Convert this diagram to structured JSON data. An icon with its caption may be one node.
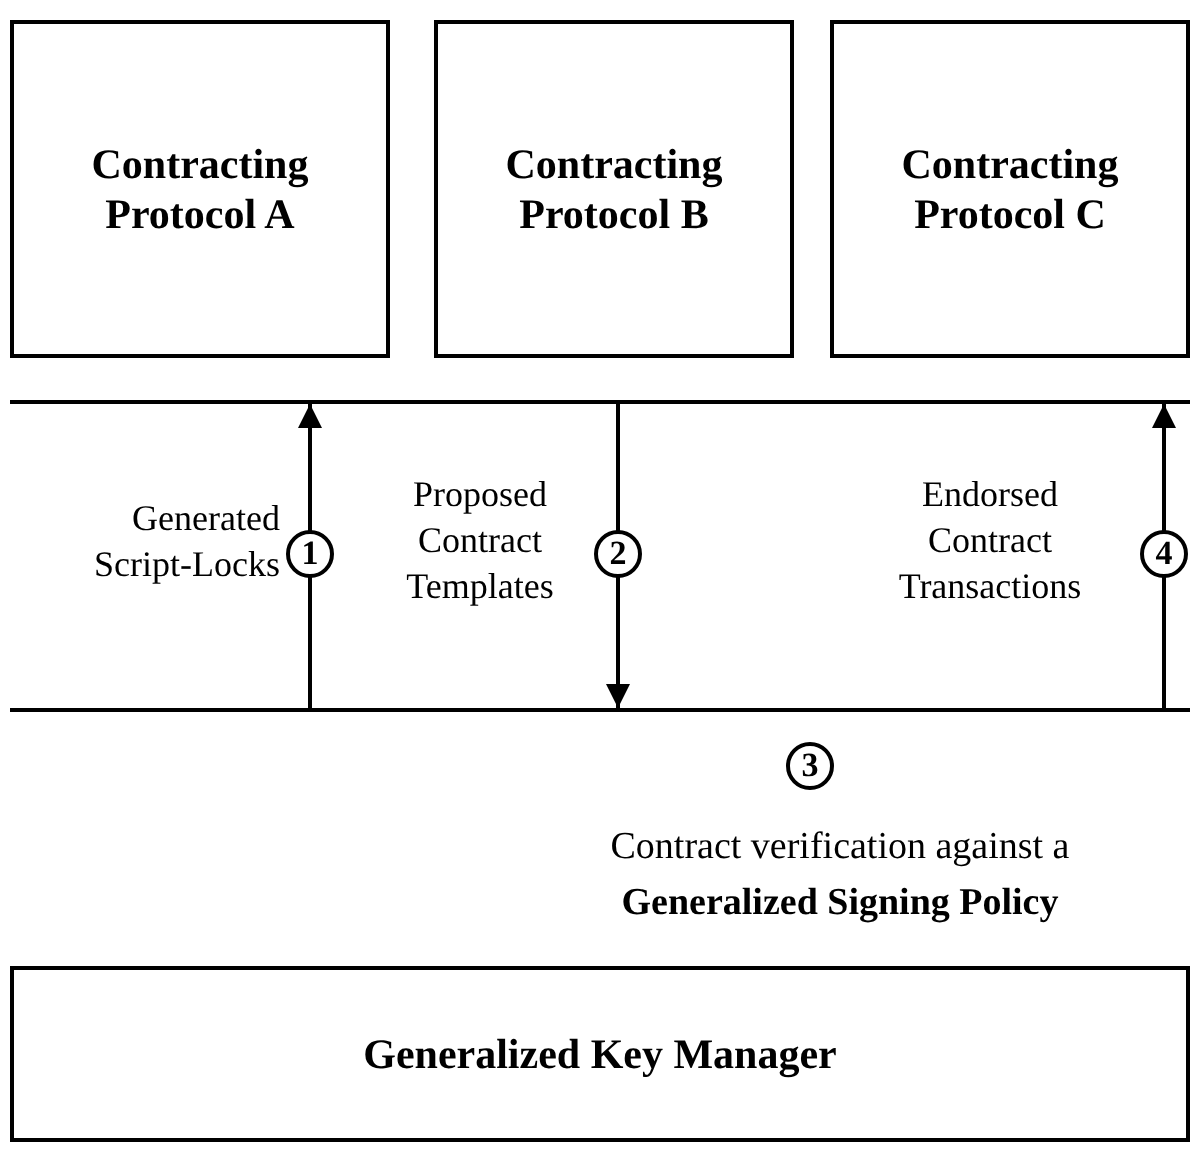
{
  "diagram": {
    "nodes": [
      {
        "text": [
          "Contracting Protocol A"
        ]
      },
      {
        "text": [
          "Contracting Protocol B"
        ]
      },
      {
        "text": [
          "Contracting Protocol C"
        ]
      },
      {
        "text": [],
        "shape": "bar"
      },
      {
        "text": [],
        "shape": "bar"
      },
      {
        "text": [
          "Generalized Key Manager"
        ]
      }
    ],
    "edges": [
      {
        "from": 4,
        "to": 3,
        "arrow": "to",
        "label": "Generated Script-Locks"
      },
      {
        "from": 3,
        "to": 4,
        "arrow": "to",
        "label": "Proposed Contract Templates"
      },
      {
        "from": 4,
        "to": 3,
        "arrow": "to",
        "label": "Endorsed Contract Transactions"
      }
    ],
    "labels": [
      "1",
      "2",
      "4",
      "3",
      "Contract verification against a **Generalized Signing Policy**"
    ]
  }
}
